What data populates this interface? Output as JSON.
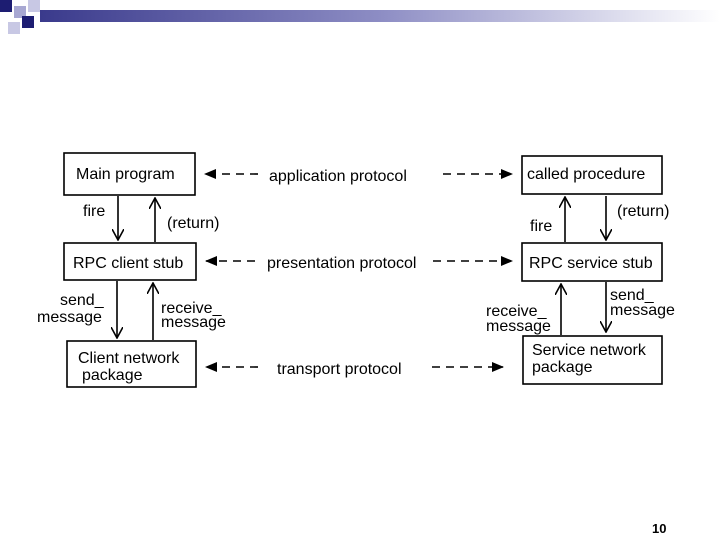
{
  "boxes": {
    "main_program": "Main program",
    "called_procedure": "called procedure",
    "rpc_client_stub": "RPC client stub",
    "rpc_service_stub": "RPC service stub",
    "client_network_package": [
      "Client network",
      "package"
    ],
    "service_network_package": [
      "Service network",
      "package"
    ]
  },
  "protocols": {
    "application": "application protocol",
    "presentation": "presentation protocol",
    "transport": "transport protocol"
  },
  "arrow_labels": {
    "left_fire": "fire",
    "left_return": "(return)",
    "right_fire": "fire",
    "right_return": "(return)",
    "left_send": [
      "send_",
      "message"
    ],
    "left_receive": [
      "receive_",
      "message"
    ],
    "right_receive": [
      "receive_",
      "message"
    ],
    "right_send": [
      "send_",
      "message"
    ]
  },
  "page_number": "10"
}
